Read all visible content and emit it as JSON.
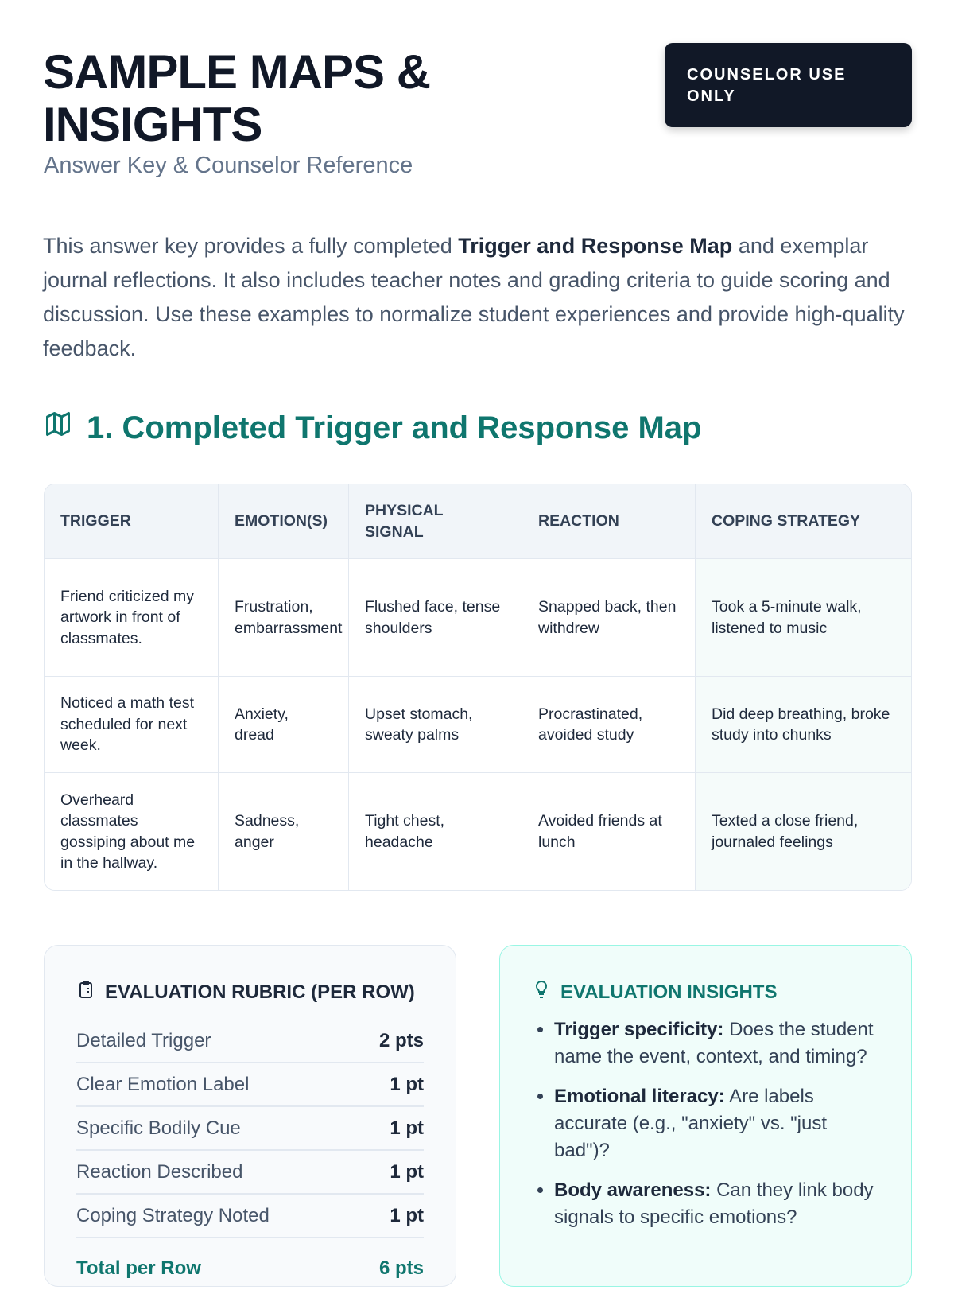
{
  "header": {
    "title": "SAMPLE MAPS & INSIGHTS",
    "subtitle": "Answer Key & Counselor Reference",
    "badge": "COUNSELOR USE ONLY"
  },
  "intro": {
    "pre": "This answer key provides a fully completed ",
    "bold": "Trigger and Response Map",
    "post": " and exemplar journal reflections. It also includes teacher notes and grading criteria to guide scoring and discussion. Use these examples to normalize student experiences and provide high-quality feedback."
  },
  "section1": {
    "title": "1. Completed Trigger and Response Map",
    "icon": "map-icon"
  },
  "table": {
    "headers": [
      "TRIGGER",
      "EMOTION(S)",
      "PHYSICAL SIGNAL",
      "REACTION",
      "COPING STRATEGY"
    ],
    "rows": [
      [
        "Friend criticized my artwork in front of classmates.",
        "Frustration, embarrassment",
        "Flushed face, tense shoulders",
        "Snapped back, then withdrew",
        "Took a 5-minute walk, listened to music"
      ],
      [
        "Noticed a math test scheduled for next week.",
        "Anxiety, dread",
        "Upset stomach, sweaty palms",
        "Procrastinated, avoided study",
        "Did deep breathing, broke study into chunks"
      ],
      [
        "Overheard classmates gossiping about me in the hallway.",
        "Sadness, anger",
        "Tight chest, headache",
        "Avoided friends at lunch",
        "Texted a close friend, journaled feelings"
      ]
    ]
  },
  "rubric": {
    "title": "EVALUATION RUBRIC (PER ROW)",
    "icon": "clipboard-icon",
    "items": [
      {
        "label": "Detailed Trigger",
        "points": "2 pts"
      },
      {
        "label": "Clear Emotion Label",
        "points": "1 pt"
      },
      {
        "label": "Specific Bodily Cue",
        "points": "1 pt"
      },
      {
        "label": "Reaction Described",
        "points": "1 pt"
      },
      {
        "label": "Coping Strategy Noted",
        "points": "1 pt"
      }
    ],
    "total_label": "Total per Row",
    "total_points": "6 pts"
  },
  "insights": {
    "title": "EVALUATION INSIGHTS",
    "icon": "lightbulb-icon",
    "items": [
      {
        "bold": "Trigger specificity:",
        "text": " Does the student name the event, context, and timing?"
      },
      {
        "bold": "Emotional literacy:",
        "text": " Are labels accurate (e.g., \"anxiety\" vs. \"just bad\")?"
      },
      {
        "bold": "Body awareness:",
        "text": " Can they link body signals to specific emotions?"
      }
    ]
  }
}
